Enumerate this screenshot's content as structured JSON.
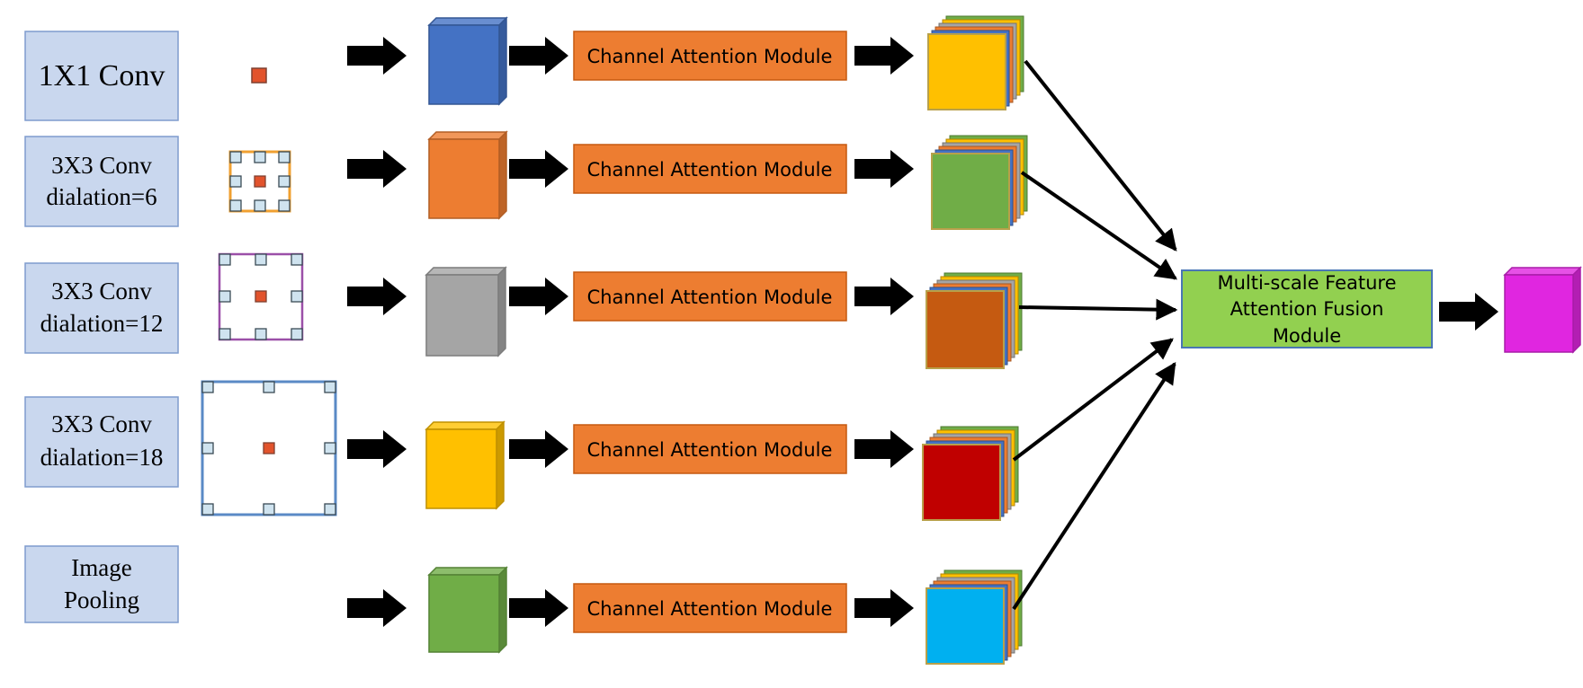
{
  "branches": [
    {
      "label_lines": [
        "1X1 Conv"
      ],
      "cube_color": "#4472c4",
      "feature_color": "#ffc000"
    },
    {
      "label_lines": [
        "3X3 Conv",
        "dialation=6"
      ],
      "cube_color": "#ed7d31",
      "feature_color": "#70ad47"
    },
    {
      "label_lines": [
        "3X3 Conv",
        "dialation=12"
      ],
      "cube_color": "#a5a5a5",
      "feature_color": "#c55a11"
    },
    {
      "label_lines": [
        "3X3 Conv",
        "dialation=18"
      ],
      "cube_color": "#ffc000",
      "feature_color": "#c00000"
    },
    {
      "label_lines": [
        "Image",
        "Pooling"
      ],
      "cube_color": "#70ad47",
      "feature_color": "#00b0f0"
    }
  ],
  "channel_attention_label": "Channel Attention Module",
  "fusion_module": {
    "label_lines": [
      "Multi-scale Feature",
      "Attention Fusion",
      "Module"
    ]
  },
  "output_cube_color": "#e026e0",
  "colors": {
    "conv_box_fill": "#c9d7ee",
    "conv_box_stroke": "#7f9ccd",
    "cam_fill": "#ed7d31",
    "cam_stroke": "#c55a11",
    "fusion_fill": "#92d050",
    "fusion_stroke": "#4a76b5",
    "arrow": "#000000"
  }
}
